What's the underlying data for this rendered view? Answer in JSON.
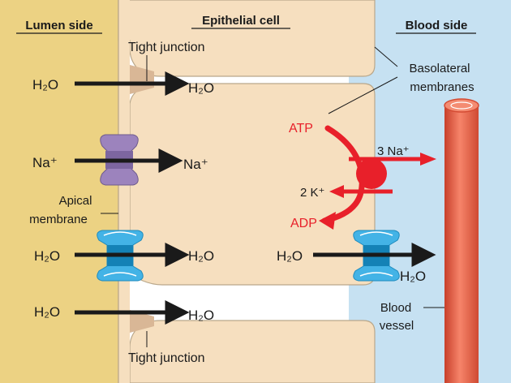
{
  "headers": {
    "lumen": "Lumen side",
    "cell": "Epithelial cell",
    "blood": "Blood side"
  },
  "labels": {
    "tight_junction_top": "Tight junction",
    "tight_junction_bottom": "Tight junction",
    "basolateral_line1": "Basolateral",
    "basolateral_line2": "membranes",
    "apical_line1": "Apical",
    "apical_line2": "membrane",
    "blood_vessel_line1": "Blood",
    "blood_vessel_line2": "vessel"
  },
  "flows": {
    "row1_in": "H₂O",
    "row1_out": "H₂O",
    "row2_in": "Na⁺",
    "row2_out": "Na⁺",
    "row3_in": "H₂O",
    "row3_out": "H₂O",
    "row4_in": "H₂O",
    "row4_out": "H₂O",
    "baso_in": "H₂O",
    "baso_out": "H₂O"
  },
  "pump": {
    "atp": "ATP",
    "adp": "ADP",
    "na_out": "3 Na⁺",
    "k_in": "2 K⁺"
  },
  "colors": {
    "lumen": "#ecd283",
    "cell": "#f6dfbf",
    "blood": "#c6e1f2",
    "pump": "#e8202a",
    "na_channel": "#9c83bd",
    "aquaporin": "#43b3e6",
    "vessel": "#ee6a4e"
  }
}
